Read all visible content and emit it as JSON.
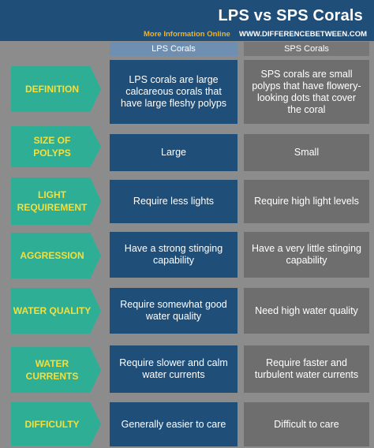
{
  "header": {
    "title": "LPS vs SPS Corals",
    "more_info": "More Information Online",
    "site": "WWW.DIFFERENCEBETWEEN.COM"
  },
  "columns": {
    "lps": "LPS Corals",
    "sps": "SPS Corals"
  },
  "rows": [
    {
      "label": "DEFINITION",
      "lps": "LPS corals are large calcareous corals that have large fleshy polyps",
      "sps": "SPS corals are small polyps that have flowery-looking dots that cover the coral"
    },
    {
      "label": "SIZE OF POLYPS",
      "lps": "Large",
      "sps": "Small"
    },
    {
      "label": "LIGHT REQUIREMENT",
      "lps": "Require less lights",
      "sps": "Require high light levels"
    },
    {
      "label": "AGGRESSION",
      "lps": "Have a strong stinging capability",
      "sps": "Have a very little stinging capability"
    },
    {
      "label": "WATER QUALITY",
      "lps": "Require somewhat good water quality",
      "sps": "Need high water quality"
    },
    {
      "label": "WATER CURRENTS",
      "lps": "Require slower and calm water currents",
      "sps": "Require faster and turbulent water currents"
    },
    {
      "label": "DIFFICULTY",
      "lps": "Generally easier to care",
      "sps": "Difficult to care"
    }
  ],
  "colors": {
    "header_bg": "#1f4e79",
    "label_bg": "#2fae96",
    "label_text": "#f5df3b",
    "lps_cell": "#1f4e79",
    "sps_cell": "#6e6e6e",
    "page_bg": "#8c8c8c"
  }
}
